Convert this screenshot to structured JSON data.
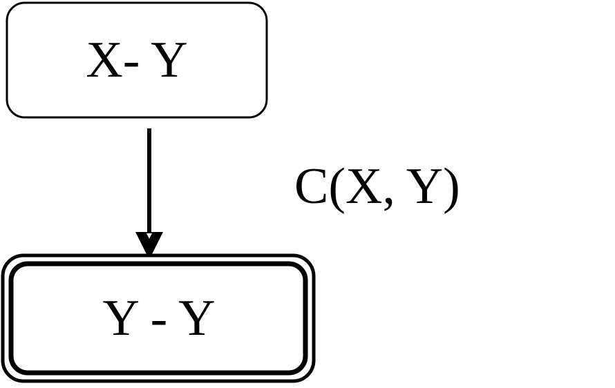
{
  "diagram": {
    "source_node": {
      "label": "X- Y"
    },
    "target_node": {
      "label": "Y - Y"
    },
    "edge": {
      "label": "C(X, Y)"
    }
  },
  "colors": {
    "stroke": "#000000",
    "background": "#ffffff"
  }
}
